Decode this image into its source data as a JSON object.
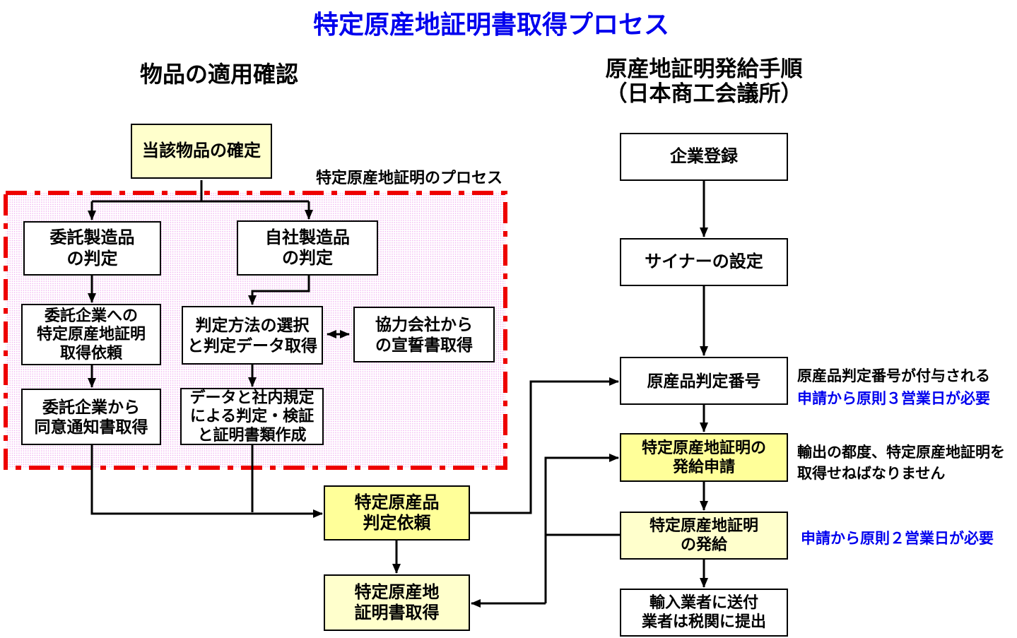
{
  "title": {
    "text": "特定原産地証明書取得プロセス"
  },
  "headers": {
    "left": "物品の適用確認",
    "right_line1": "原産地証明発給手順",
    "right_line2": "（日本商工会議所）"
  },
  "process_frame": {
    "label": "特定原産地証明のプロセス"
  },
  "boxes": {
    "item_confirm": {
      "l1": "当該物品の確定"
    },
    "consigned_judgment": {
      "l1": "委託製造品",
      "l2": "の判定"
    },
    "own_judgment": {
      "l1": "自社製造品",
      "l2": "の判定"
    },
    "request_to_consignee": {
      "l1": "委託企業への",
      "l2": "特定原産地証明",
      "l3": "取得依頼"
    },
    "method_selection": {
      "l1": "判定方法の選択",
      "l2": "と判定データ取得"
    },
    "partner_oath": {
      "l1": "協力会社から",
      "l2": "の宣誓書取得"
    },
    "consent_notice": {
      "l1": "委託企業から",
      "l2": "同意通知書取得"
    },
    "internal_verification": {
      "l1": "データと社内規定",
      "l2": "による判定・検証",
      "l3": "と証明書類作成"
    },
    "judgment_request": {
      "l1": "特定原産品",
      "l2": "判定依頼"
    },
    "certificate_obtain": {
      "l1": "特定原産地",
      "l2": "証明書取得"
    },
    "company_registration": {
      "l1": "企業登録"
    },
    "signer_setup": {
      "l1": "サイナーの設定"
    },
    "judgment_number": {
      "l1": "原産品判定番号"
    },
    "issuance_application": {
      "l1": "特定原産地証明の",
      "l2": "発給申請"
    },
    "issuance": {
      "l1": "特定原産地証明",
      "l2": "の発給"
    },
    "send_to_importer": {
      "l1": "輸入業者に送付",
      "l2": "業者は税関に提出"
    }
  },
  "annotations": {
    "judgment_number_note": "原産品判定番号が付与される",
    "judgment_number_days": "申請から原則３営業日が必要",
    "application_note_l1": "輸出の都度、特定原産地証明を",
    "application_note_l2": "取得せねばなりません",
    "issuance_days": "申請から原則２営業日が必要"
  },
  "colors": {
    "title_blue": "#0000EE",
    "annotation_blue": "#0000EE",
    "frame_red": "#EE0000",
    "highlight_yellow": "#FFFF99",
    "pale_yellow": "#FFFFCC",
    "pattern_pink": "#F0AAF0"
  }
}
